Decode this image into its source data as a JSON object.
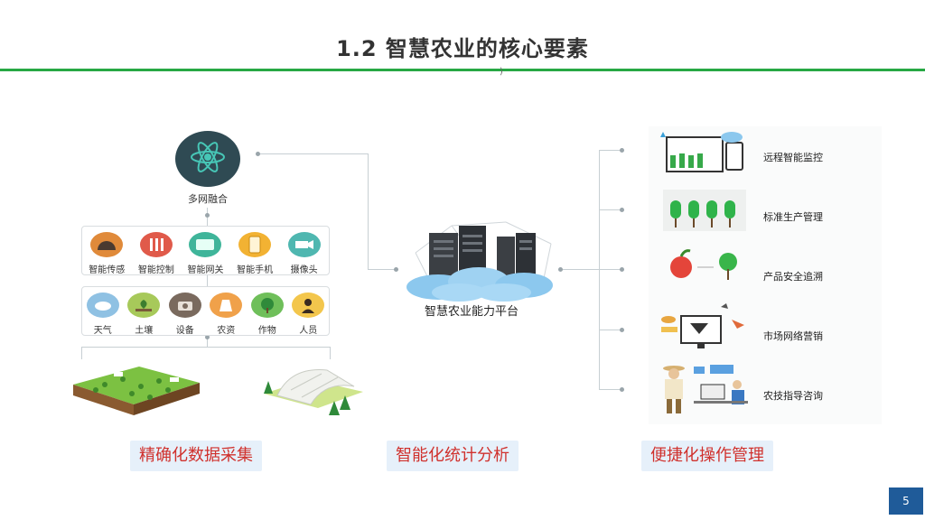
{
  "slide": {
    "title": "1.2  智慧农业的核心要素",
    "page_number": "5",
    "tick_glyph": ")"
  },
  "left": {
    "hub_label": "多网融合",
    "row1": [
      {
        "label": "智能传感",
        "icon": "sensor-icon",
        "color": "#e08a3a"
      },
      {
        "label": "智能控制",
        "icon": "control-icon",
        "color": "#e05a4a"
      },
      {
        "label": "智能网关",
        "icon": "gateway-icon",
        "color": "#3fb59a"
      },
      {
        "label": "智能手机",
        "icon": "phone-icon",
        "color": "#f2b233"
      },
      {
        "label": "摄像头",
        "icon": "camera-icon",
        "color": "#4fb7b0"
      }
    ],
    "row2": [
      {
        "label": "天气",
        "icon": "weather-icon",
        "color": "#8fc1e3"
      },
      {
        "label": "土壤",
        "icon": "soil-icon",
        "color": "#a7c95a"
      },
      {
        "label": "设备",
        "icon": "equipment-icon",
        "color": "#7a6a5e"
      },
      {
        "label": "农资",
        "icon": "supplies-icon",
        "color": "#f0a14a"
      },
      {
        "label": "作物",
        "icon": "crop-icon",
        "color": "#6fbf5a"
      },
      {
        "label": "人员",
        "icon": "person-icon",
        "color": "#f3c64c"
      }
    ]
  },
  "center": {
    "platform_label": "智慧农业能力平台"
  },
  "right": {
    "items": [
      {
        "label": "远程智能监控",
        "icon": "remote-monitor-icon"
      },
      {
        "label": "标准生产管理",
        "icon": "production-icon"
      },
      {
        "label": "产品安全追溯",
        "icon": "traceability-icon"
      },
      {
        "label": "市场网络营销",
        "icon": "marketing-icon"
      },
      {
        "label": "农技指导咨询",
        "icon": "consulting-icon"
      }
    ]
  },
  "badges": {
    "collect": "精确化数据采集",
    "analyze": "智能化统计分析",
    "manage": "便捷化操作管理"
  },
  "colors": {
    "accent_green": "#27a844",
    "badge_text": "#d0312d",
    "badge_bg": "#e6f0fa",
    "page_num_bg": "#1f5b99"
  }
}
